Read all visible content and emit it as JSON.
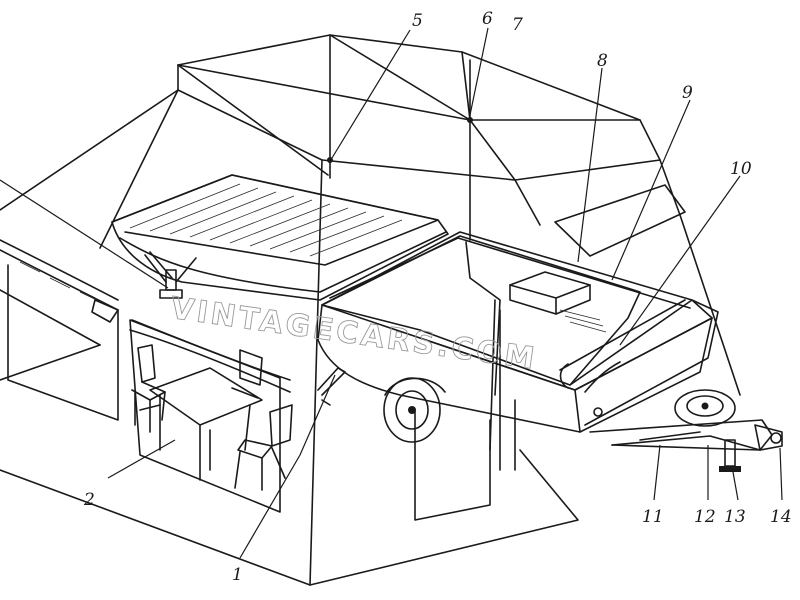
{
  "watermark": "VINTAGECARS.COM",
  "callouts": [
    {
      "id": "1",
      "label": "1"
    },
    {
      "id": "2",
      "label": "2"
    },
    {
      "id": "5",
      "label": "5"
    },
    {
      "id": "6",
      "label": "6"
    },
    {
      "id": "7",
      "label": "7"
    },
    {
      "id": "8",
      "label": "8"
    },
    {
      "id": "9",
      "label": "9"
    },
    {
      "id": "10",
      "label": "10"
    },
    {
      "id": "11",
      "label": "11"
    },
    {
      "id": "12",
      "label": "12"
    },
    {
      "id": "13",
      "label": "13"
    },
    {
      "id": "14",
      "label": "14"
    }
  ],
  "colors": {
    "ink": "#1a1a1a",
    "paper": "#ffffff",
    "watermark": "#9a9a9a"
  }
}
